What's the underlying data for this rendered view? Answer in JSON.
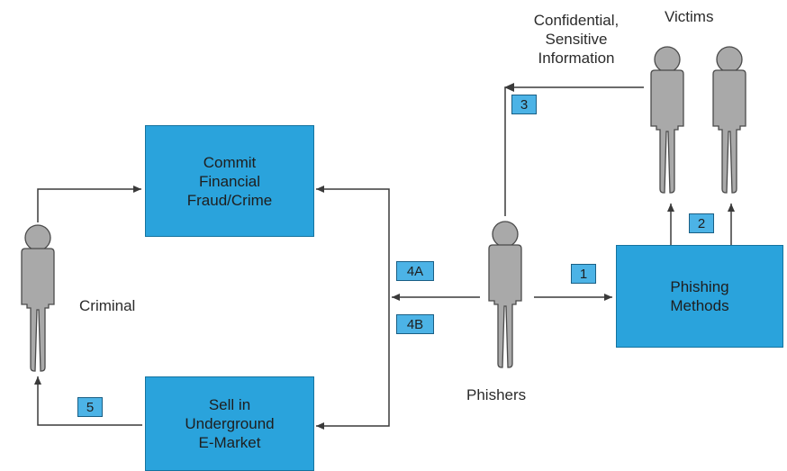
{
  "boxes": {
    "commit_fraud": "Commit\nFinancial\nFraud/Crime",
    "sell_market": "Sell in\nUnderground\nE-Market",
    "phishing_methods": "Phishing\nMethods"
  },
  "steps": {
    "s1": "1",
    "s2": "2",
    "s3": "3",
    "s4a": "4A",
    "s4b": "4B",
    "s5": "5"
  },
  "labels": {
    "criminal": "Criminal",
    "phishers": "Phishers",
    "victims": "Victims",
    "confidential_info": "Confidential,\nSensitive\nInformation"
  },
  "colors": {
    "box_fill": "#2aa3dc",
    "person_fill": "#a9a9a9",
    "line": "#3a3a3a"
  }
}
